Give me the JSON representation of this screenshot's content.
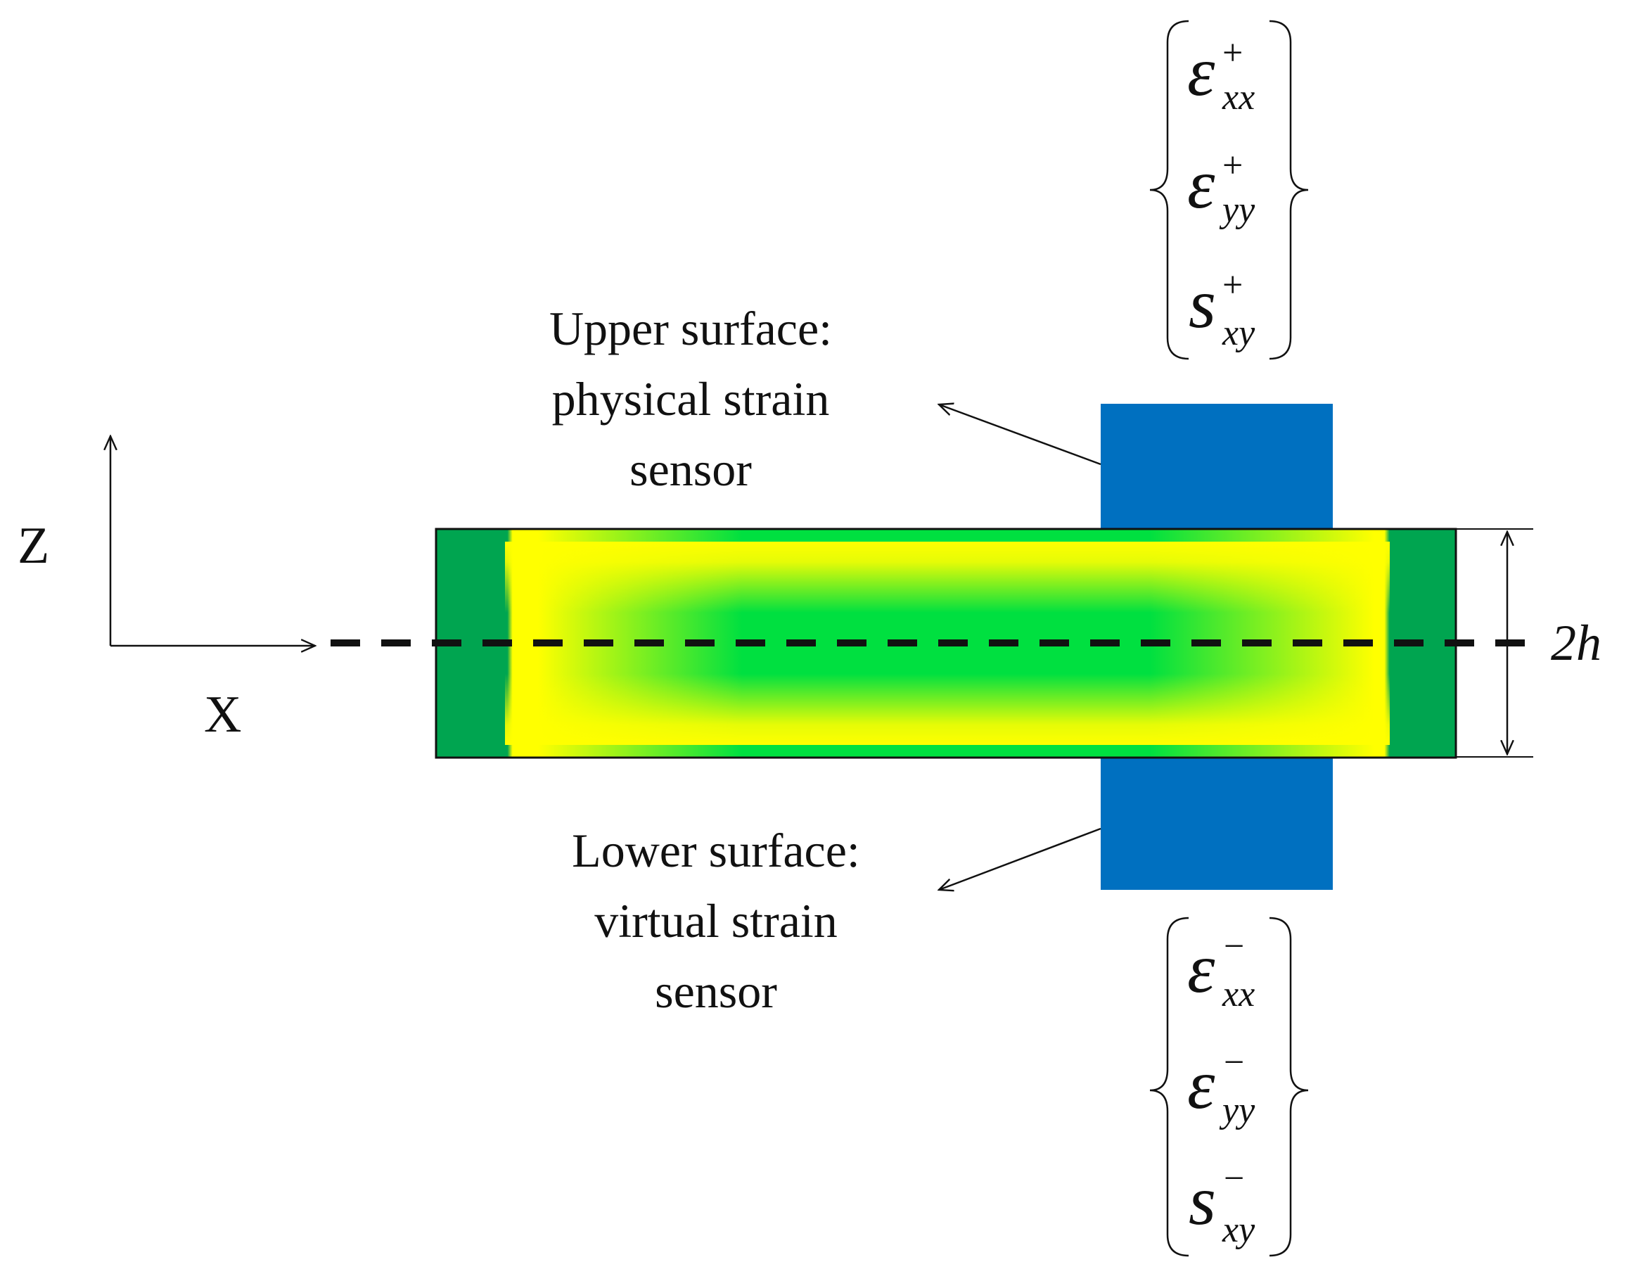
{
  "axes": {
    "z_label": "Z",
    "x_label": "X"
  },
  "thickness_label": "2h",
  "upper_callout": {
    "line1": "Upper surface:",
    "line2": "physical strain",
    "line3": "sensor"
  },
  "lower_callout": {
    "line1": "Lower surface:",
    "line2": "virtual strain",
    "line3": "sensor"
  },
  "upper_strains": [
    {
      "symbol": "ε",
      "sub": "xx",
      "sup": "+"
    },
    {
      "symbol": "ε",
      "sub": "yy",
      "sup": "+"
    },
    {
      "symbol": "s",
      "sub": "xy",
      "sup": "+"
    }
  ],
  "lower_strains": [
    {
      "symbol": "ε",
      "sub": "xx",
      "sup": "−"
    },
    {
      "symbol": "ε",
      "sub": "yy",
      "sup": "−"
    },
    {
      "symbol": "s",
      "sub": "xy",
      "sup": "−"
    }
  ],
  "colors": {
    "sensor": "#0070c0",
    "plate_edge": "#00a550",
    "plate_core": "#00d83a",
    "plate_hot": "#ffff00"
  }
}
